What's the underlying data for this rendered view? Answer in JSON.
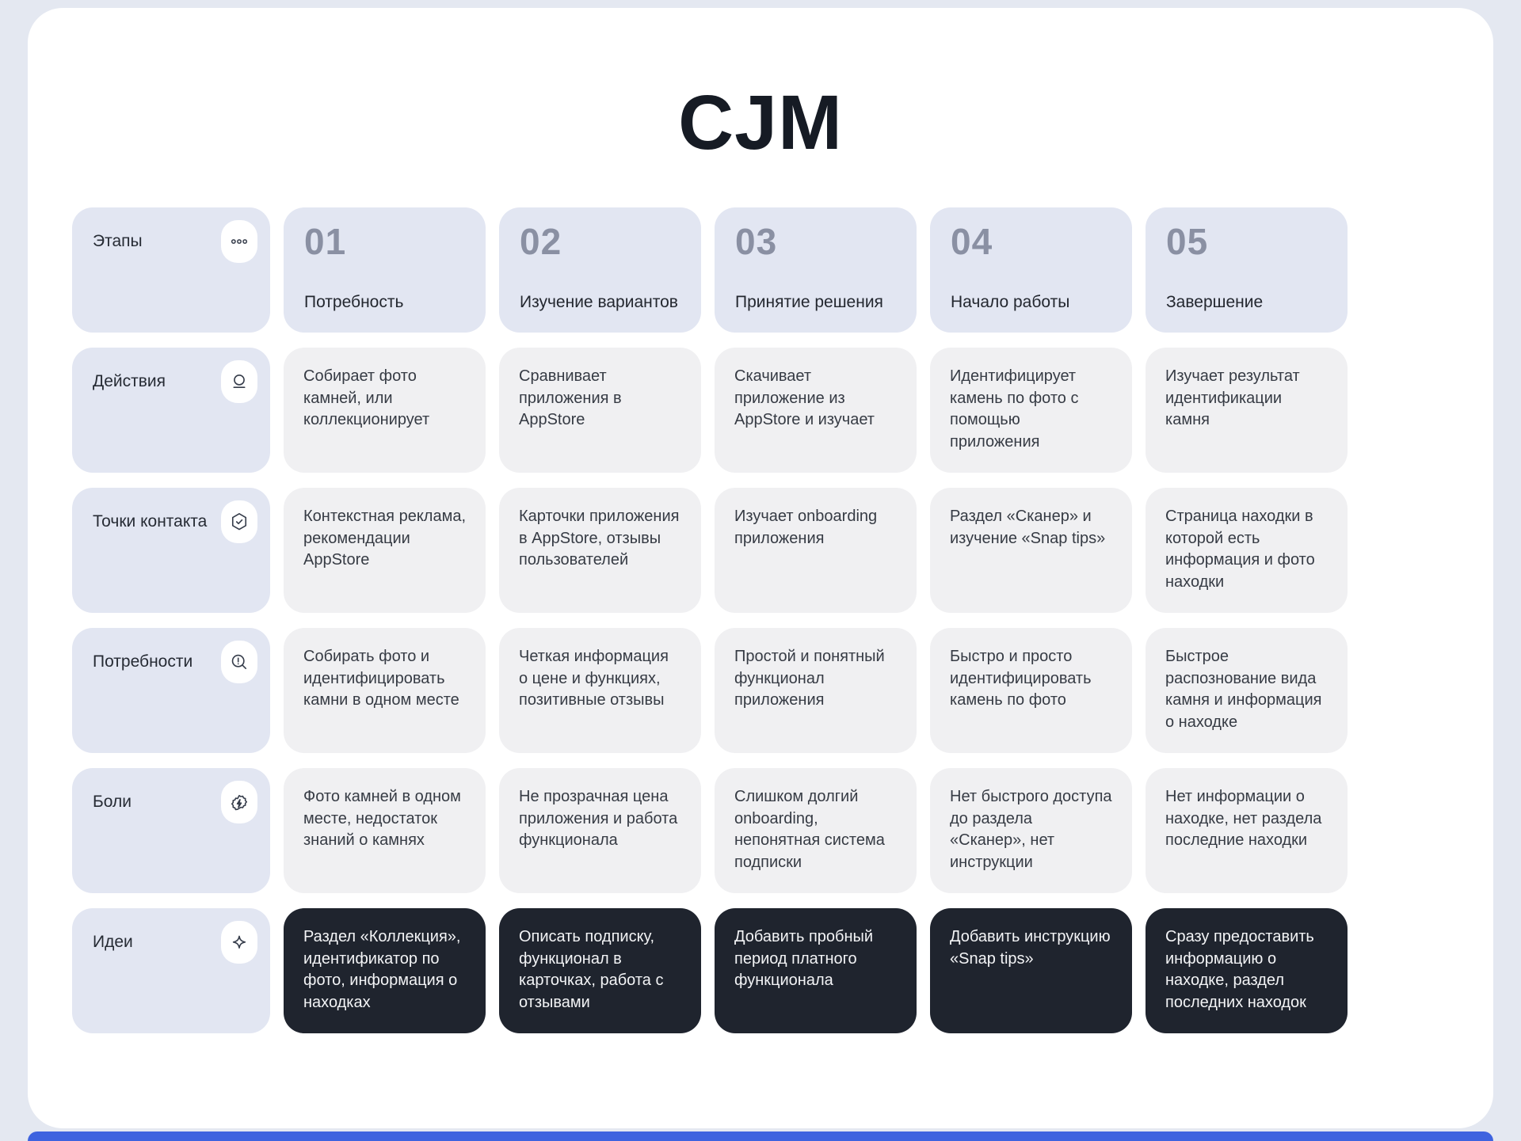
{
  "title": "CJM",
  "row_labels": [
    "Этапы",
    "Действия",
    "Точки контакта",
    "Потребности",
    "Боли",
    "Идеи"
  ],
  "stages": [
    {
      "number": "01",
      "name": "Потребность"
    },
    {
      "number": "02",
      "name": "Изучение вариантов"
    },
    {
      "number": "03",
      "name": "Принятие решения"
    },
    {
      "number": "04",
      "name": "Начало работы"
    },
    {
      "number": "05",
      "name": "Завершение"
    }
  ],
  "actions": [
    "Собирает фото камней, или коллекционирует",
    "Сравнивает приложения в AppStore",
    "Скачивает приложение из AppStore и изучает",
    "Идентифицирует камень по фото с помощью приложения",
    "Изучает результат идентификации камня"
  ],
  "touchpoints": [
    "Контекстная реклама, рекомендации AppStore",
    "Карточки приложения в AppStore, отзывы пользователей",
    "Изучает onboarding приложения",
    "Раздел «Сканер» и изучение «Snap tips»",
    "Страница находки в которой есть информация и фото находки"
  ],
  "needs": [
    "Собирать фото и идентифицировать камни в одном месте",
    "Четкая информация о цене и функциях, позитивные отзывы",
    "Простой и понятный функционал приложения",
    "Быстро и просто идентифицировать камень по фото",
    "Быстрое распознование вида камня и информация о находке"
  ],
  "pains": [
    "Фото камней в одном месте, недостаток знаний о камнях",
    "Не прозрачная цена приложения и работа функционала",
    "Слишком долгий onboarding, непонятная система подписки",
    "Нет быстрого доступа до раздела «Сканер», нет инструкции",
    "Нет информации о находке, нет раздела последние находки"
  ],
  "ideas": [
    "Раздел «Коллекция», идентификатор по фото, информация о находках",
    "Описать подписку, функционал в карточках, работа с отзывами",
    "Добавить пробный период платного функционала",
    "Добавить инструкцию «Snap tips»",
    "Сразу предоставить информацию о находке, раздел последних находок"
  ],
  "icons": {
    "stages": "more-dots",
    "actions": "circle-underline",
    "touchpoints": "hexagon-check",
    "needs": "search-alert",
    "pains": "lightning-badge",
    "ideas": "sparkle"
  },
  "colors": {
    "page_background": "#E4E8F1",
    "card": "#FFFFFF",
    "header_cell": "#E2E6F2",
    "body_cell": "#F0F0F2",
    "idea_cell": "#1F242E",
    "stage_number": "#8A90A3",
    "icon_stroke": "#363D4B",
    "accent_bottom_bar": "#3E63DF"
  }
}
